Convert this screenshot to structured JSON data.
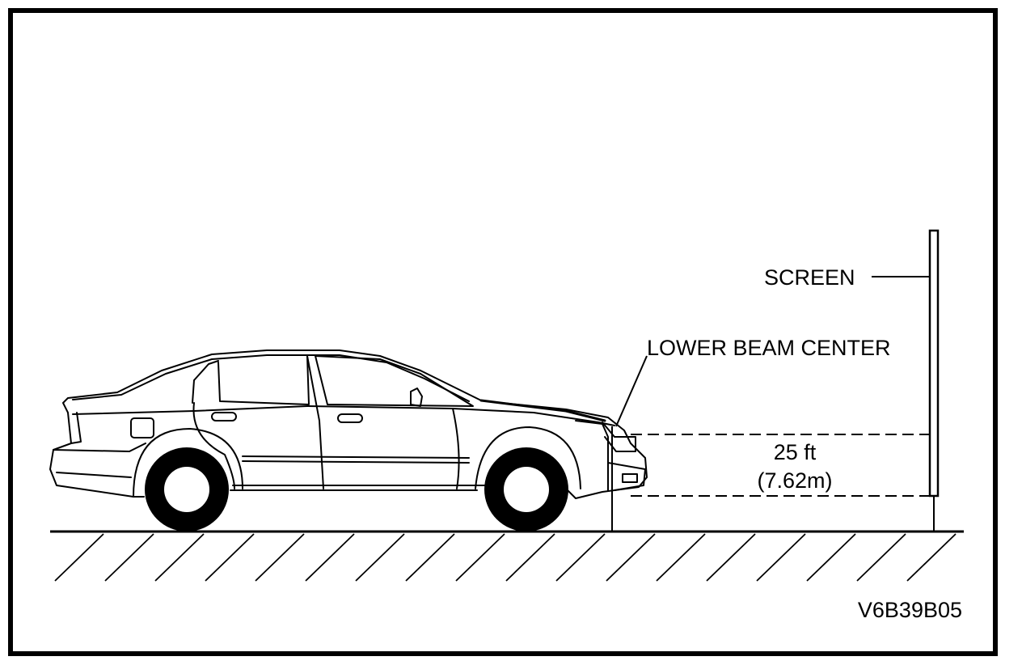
{
  "labels": {
    "screen": "SCREEN",
    "lower_beam_center": "LOWER BEAM CENTER",
    "distance_ft": "25 ft",
    "distance_m": "(7.62m)",
    "figure_code": "V6B39B05"
  }
}
